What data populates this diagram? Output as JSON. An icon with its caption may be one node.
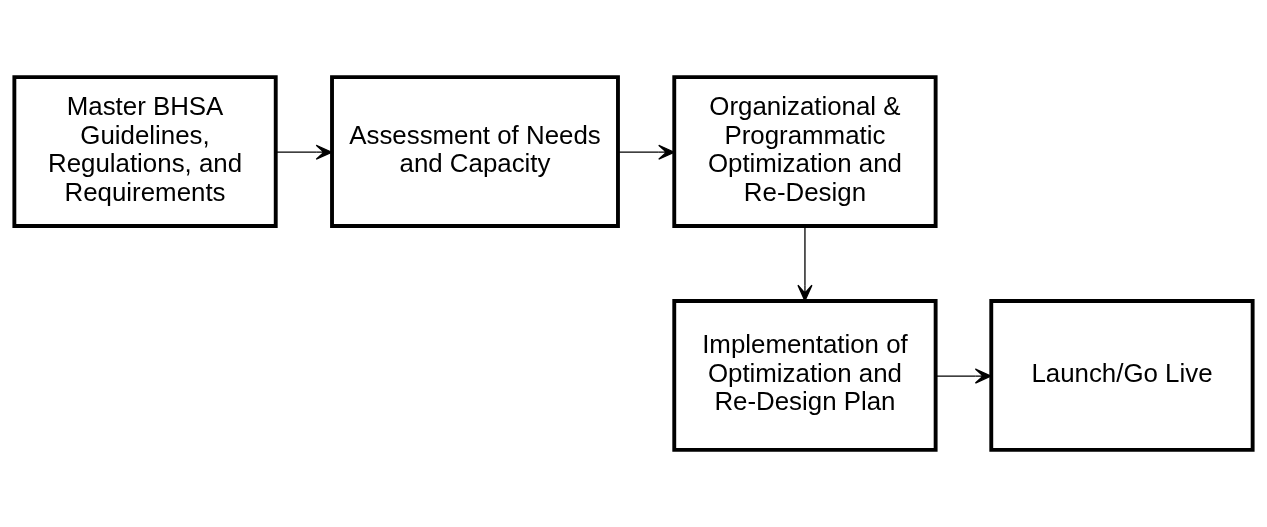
{
  "diagram": {
    "nodes": [
      {
        "text": [
          "Master BHSA Guidelines, Regulations, and Requirements"
        ]
      },
      {
        "text": [
          "Assessment of Needs and Capacity"
        ]
      },
      {
        "text": [
          "Organizational & Programmatic Optimization and Re-Design"
        ]
      },
      {
        "text": [
          "Implementation of Optimization and Re-Design Plan"
        ]
      },
      {
        "text": [
          "Launch/Go Live"
        ]
      }
    ],
    "edges": [
      {
        "from": 0,
        "to": 1,
        "arrow": "to"
      },
      {
        "from": 1,
        "to": 2,
        "arrow": "to"
      },
      {
        "from": 2,
        "to": 3,
        "arrow": "to"
      },
      {
        "from": 3,
        "to": 4,
        "arrow": "to"
      }
    ]
  }
}
